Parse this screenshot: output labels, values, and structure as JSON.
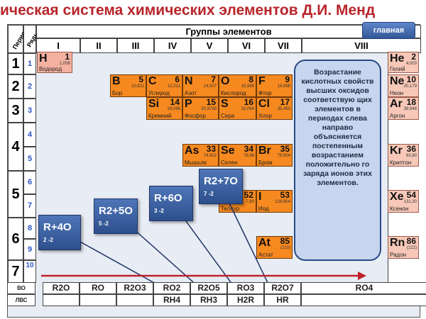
{
  "title": "ическая система химических элементов  Д.И. Менд",
  "nav": {
    "main_button": "главная"
  },
  "header": {
    "period": "Период",
    "row": "Ряды",
    "groups_title": "Группы элементов",
    "groups": [
      "I",
      "II",
      "III",
      "IV",
      "V",
      "VI",
      "VII",
      "VIII"
    ]
  },
  "periods": [
    "1",
    "2",
    "3",
    "4",
    "5",
    "6",
    "7"
  ],
  "rows": [
    "1",
    "2",
    "3",
    "4",
    "5",
    "6",
    "7",
    "8",
    "9",
    "10"
  ],
  "elements": {
    "H": {
      "sym": "H",
      "num": "1",
      "mass": "1,008",
      "name": "Водород"
    },
    "He": {
      "sym": "He",
      "num": "2",
      "mass": "4,003",
      "name": "Гелий"
    },
    "B": {
      "sym": "B",
      "num": "5",
      "mass": "10,811",
      "name": "Бор"
    },
    "C": {
      "sym": "C",
      "num": "6",
      "mass": "12,011",
      "name": "Углерод"
    },
    "N": {
      "sym": "N",
      "num": "7",
      "mass": "14,007",
      "name": "Азот"
    },
    "O": {
      "sym": "O",
      "num": "8",
      "mass": "15,999",
      "name": "Кислород"
    },
    "F": {
      "sym": "F",
      "num": "9",
      "mass": "18,998",
      "name": "Фтор"
    },
    "Ne": {
      "sym": "Ne",
      "num": "10",
      "mass": "20,179",
      "name": "Неон"
    },
    "Si": {
      "sym": "Si",
      "num": "14",
      "mass": "28,086",
      "name": "Кремний"
    },
    "P": {
      "sym": "P",
      "num": "15",
      "mass": "30,9738",
      "name": "Фосфор"
    },
    "S": {
      "sym": "S",
      "num": "16",
      "mass": "32,064",
      "name": "Сера"
    },
    "Cl": {
      "sym": "Cl",
      "num": "17",
      "mass": "35,453",
      "name": "Хлор"
    },
    "Ar": {
      "sym": "Ar",
      "num": "18",
      "mass": "39,948",
      "name": "Аргон"
    },
    "As": {
      "sym": "As",
      "num": "33",
      "mass": "74,922",
      "name": "Мышьяк"
    },
    "Se": {
      "sym": "Se",
      "num": "34",
      "mass": "78,96",
      "name": "Селен"
    },
    "Br": {
      "sym": "Br",
      "num": "35",
      "mass": "79,904",
      "name": "Бром"
    },
    "Kr": {
      "sym": "Kr",
      "num": "36",
      "mass": "83,80",
      "name": "Криптон"
    },
    "Te": {
      "sym": "",
      "num": "52",
      "mass": "7,60",
      "name": "Теллур"
    },
    "I": {
      "sym": "I",
      "num": "53",
      "mass": "126,904",
      "name": "Иод"
    },
    "Xe": {
      "sym": "Xe",
      "num": "54",
      "mass": "131,30",
      "name": "Ксенон"
    },
    "At": {
      "sym": "At",
      "num": "85",
      "mass": "(210)",
      "name": "Астат"
    },
    "Rn": {
      "sym": "Rn",
      "num": "86",
      "mass": "(222)",
      "name": "Радон"
    }
  },
  "oxides": [
    {
      "formula": "R+4O",
      "sub": "2  -2"
    },
    {
      "formula": "R2+5O",
      "sub": "5  -2"
    },
    {
      "formula": "R+6O",
      "sub": "3  -2"
    },
    {
      "formula": "R2+7O",
      "sub": "7  -2"
    }
  ],
  "note": "Возрастание кислотных свойств высших оксидов соответствую щих элементов в периодах слева направо объясняется постепенным возрастанием положительно го заряда ионов этих элементов.",
  "bottom": {
    "vo_label": "ВО",
    "lvs_label": "ЛВС",
    "vo": [
      "R2O",
      "RO",
      "R2O3",
      "RO2",
      "R2O5",
      "RO3",
      "R2O7",
      "RO4"
    ],
    "lvs": [
      "",
      "",
      "",
      "RH4",
      "RH3",
      "H2R",
      "HR",
      ""
    ]
  },
  "colors": {
    "title": "#b8252a",
    "element": "#f6891f",
    "noble": "#f7c8b8",
    "oxide": "#3a5fa4",
    "arrow": "#c0202a"
  }
}
